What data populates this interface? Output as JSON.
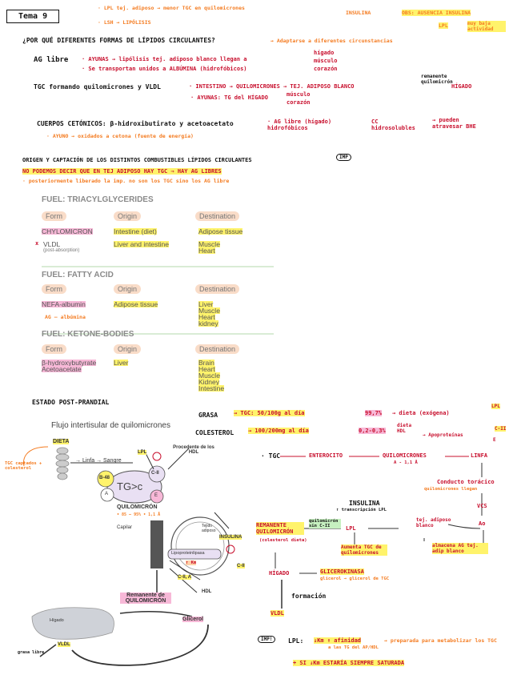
{
  "header": {
    "tema": "Tema 9",
    "top_note_1": "· LPL tej. adiposo → menor TGC en quilomicrones",
    "top_note_2": "· LSH → LIPÓLISIS",
    "insulina": "INSULINA",
    "obs": "OBS: AUSENCIA INSULINA",
    "lpl": "LPL",
    "lpl_note": "muy baja actividad"
  },
  "question": {
    "title": "¿POR QUÉ DIFERENTES FORMAS DE LÍPIDOS CIRCULANTES?",
    "answer": "→ Adaptarse a diferentes circunstancias",
    "ag_libre": "AG libre",
    "ag_ayunas": "· AYUNAS → lipólisis tej. adiposo blanco llegan a",
    "ag_targets": [
      "hígado",
      "músculo",
      "corazón"
    ],
    "ag_albumina": "· Se transportan unidos a ALBÚMINA (hidrofóbicos)",
    "tgc_label": "TGC formando quilomicrones y VLDL",
    "tgc_intestino": "· INTESTINO → QUILOMICRONES → TEJ. ADIPOSO BLANCO",
    "tgc_remanente": "remanente quilomicrón",
    "tgc_higado": "HÍGADO",
    "tgc_ayunas": "· AYUNAS: TG del HÍGADO",
    "tgc_targets": [
      "músculo",
      "corazón"
    ],
    "cc_label": "CUERPOS CETÓNICOS: β-hidroxibutirato y acetoacetato",
    "cc_ag": "· AG libre (hígado) hidrofóbicos",
    "cc": "CC hidrosolubles",
    "cc_snc": "→ pueden atravesar BHE",
    "cc_ayuno": "· AYUNO → oxidados a cetona (fuente de energía)"
  },
  "origen": {
    "title": "ORIGEN Y CAPTACIÓN DE LOS DISTINTOS COMBUSTIBLES LÍPIDOS CIRCULANTES",
    "imp": "IMP",
    "no_decir": "NO PODEMOS DECIR QUE EN TEJ ADIPOSO HAY TGC ⇒ HAY AG LIBRES",
    "note": "· posteriormente liberado la imp. no son los TGC sino los AG libre"
  },
  "tables": [
    {
      "title": "FUEL: TRIACYLGLYCERIDES",
      "headers": [
        "Form",
        "Origin",
        "Destination"
      ],
      "rows": [
        {
          "form": "CHYLOMICRON",
          "form_sub": "",
          "origin": "Intestine (diet)",
          "dest": [
            "Adipose tissue"
          ]
        },
        {
          "form": "VLDL",
          "form_sub": "(post-absorption)",
          "origin": "Liver and intestine",
          "dest": [
            "Muscle",
            "Heart"
          ]
        }
      ]
    },
    {
      "title": "FUEL: FATTY ACID",
      "headers": [
        "Form",
        "Origin",
        "Destination"
      ],
      "rows": [
        {
          "form": "NEFA-albumin",
          "form_sub": "AG – albúmina",
          "origin": "Adipose tissue",
          "dest": [
            "Liver",
            "Muscle",
            "Heart",
            "kidney"
          ]
        }
      ]
    },
    {
      "title": "FUEL: KETONE-BODIES",
      "headers": [
        "Form",
        "Origin",
        "Destination"
      ],
      "rows": [
        {
          "form": "β-hydroxybutyrate",
          "form_sub": "Acetoacetate",
          "origin": "Liver",
          "dest": [
            "Brain",
            "Heart",
            "Muscle",
            "Kidney",
            "Intestine"
          ]
        }
      ]
    }
  ],
  "postprandial": {
    "title": "ESTADO POST-PRANDIAL",
    "flujo": "Flujo intertisular de quilomicrones",
    "grasa": "GRASA",
    "grasa_val": "→ TGC: 50/100g al día",
    "pct1": "99,7%",
    "pct1_note": "→ dieta (exógena)",
    "colesterol": "COLESTEROL",
    "col_val": "→ 100/200mg al día",
    "pct2": "0,2-0,3%",
    "dieta_hdl": "dieta HDL",
    "apo": "→ Apoproteínas",
    "lpl": "LPL",
    "ci": "C-II",
    "e": "E"
  },
  "diagram": {
    "dieta": "DIETA",
    "tgc_note": "TGC captados + colesterol",
    "linfa": "→ Linfa → Sangre",
    "procedente": "Procedente de los HDL",
    "lpl": "LPL",
    "b48": "B-48",
    "cii": "C-II",
    "tg": "TG>c",
    "a": "A",
    "e": "E",
    "quilo": "QUILOMICRÓN",
    "quilo_sub": "• 85 – 95% • 1,1 Å",
    "capilar": "Capilar",
    "tejido": "Tejido adiposo",
    "lipoproteinlipasa": "Lipoproteinlipasa",
    "km": "↑ Km",
    "insulina": "INSULINA",
    "cii2": "C-II",
    "cii_a": "C-II, A",
    "hdl": "HDL",
    "remanente": "Remanente de QUILOMICRÓN",
    "glicerol": "Glicerol",
    "higado": "Hígado",
    "vldl": "VLDL",
    "gran_silla": "grasa libre"
  },
  "flow": {
    "tgc": "· TGC",
    "enterocito": "ENTEROCITO",
    "quilomicrones": "QUILOMICRONES",
    "quilo_sub": "A - 1,1 Å",
    "linfa": "LINFA",
    "conducto": "Conducto torácico",
    "conducto_sub": "quilomicrones llegan",
    "vcs": "VCS",
    "ao": "Ao",
    "insulina": "INSULINA",
    "insulina_sub": "↑ transcripción LPL",
    "tej": "tej. adiposo blanco",
    "remanente": "REMANENTE QUILOMICRÓN",
    "remanente_sub": "(colesterol dieta)",
    "quilo_sin": "quilomicrón sin C-II",
    "lpl": "LPL",
    "aumenta": "Aumenta TGC de quilomicrones",
    "almacena": "almacena AG tej. adip blanco",
    "higado": "HÍGADO",
    "glicerokinasa": "GLICEROKINASA",
    "glic_note": "glicerol → glicerol de TGC",
    "formacion": "formación",
    "vldl": "VLDL"
  },
  "footer": {
    "imp": "IMP!",
    "lpl": "LPL:",
    "km": "↓Km ↑ afinidad",
    "km_note": "→ preparada para metabolizar los TGC",
    "km_sub": "a las TG del AP/HDL",
    "final": "+ SI ↓Km ESTARÍA SIEMPRE SATURADA"
  }
}
